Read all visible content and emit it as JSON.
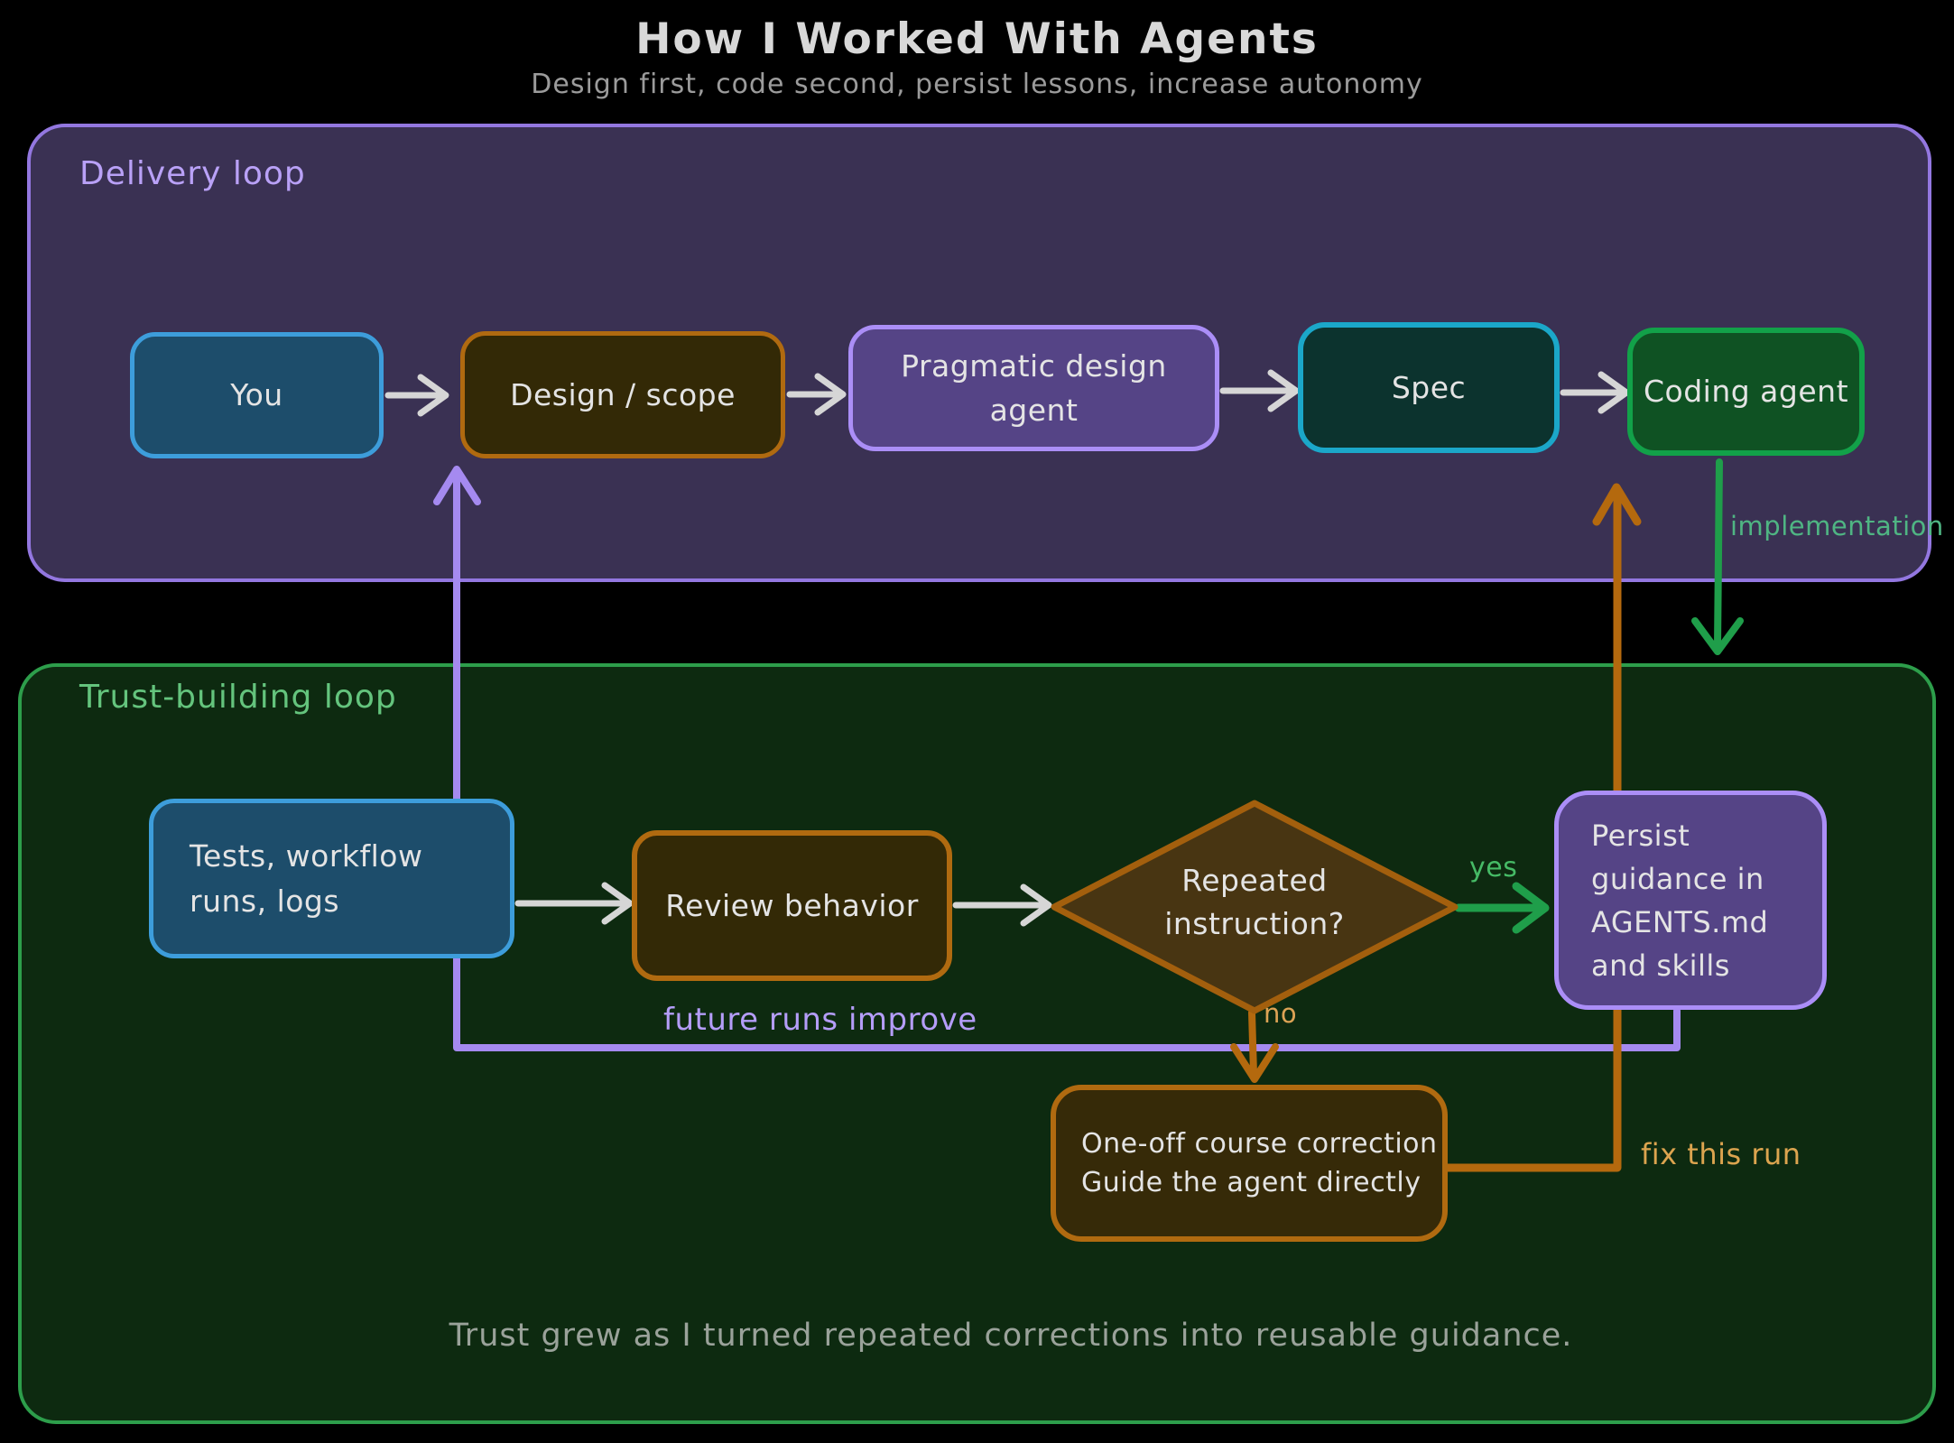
{
  "title": "How I Worked With Agents",
  "subtitle": "Design first, code second, persist lessons, increase autonomy",
  "delivery": {
    "label": "Delivery loop",
    "nodes": {
      "you": "You",
      "design_scope": "Design / scope",
      "pragmatic": "Pragmatic design agent",
      "spec": "Spec",
      "coding": "Coding agent"
    }
  },
  "trust": {
    "label": "Trust-building loop",
    "nodes": {
      "tests": "Tests, workflow runs, logs",
      "review": "Review behavior",
      "decision": "Repeated instruction?",
      "persist": "Persist guidance in AGENTS.md and skills",
      "one_off_line1": "One-off course correction",
      "one_off_line2": "Guide the agent directly"
    },
    "caption": "Trust grew as I turned repeated corrections into reusable guidance."
  },
  "edges": {
    "implementation": "implementation",
    "yes": "yes",
    "no": "no",
    "future_runs_improve": "future runs improve",
    "fix_this_run": "fix this run"
  },
  "colors": {
    "background": "#000000",
    "delivery_fill": "#3a3153",
    "delivery_border": "#9377e0",
    "delivery_label": "#b9a1f7",
    "trust_fill": "#0d2a10",
    "trust_border": "#2d9e4b",
    "trust_label": "#64c47d",
    "blue_node_fill": "#1d4d6b",
    "blue_node_border": "#3d9ddb",
    "brown_node_fill": "#332906",
    "brown_node_border": "#b06a10",
    "purple_node_fill": "#554486",
    "purple_node_border": "#ab8ef7",
    "teal_node_fill": "#0c332e",
    "teal_node_border": "#1ba7c9",
    "green_node_fill": "#0f5223",
    "green_node_border": "#12a149",
    "diamond_fill": "#483512",
    "diamond_border": "#a35f0d",
    "arrow_gray": "#d6d6d6",
    "arrow_green": "#1f9e4a",
    "arrow_orange": "#b4690e",
    "arrow_purple": "#a58af0",
    "label_green": "#4fb583",
    "label_orange": "#dca44f",
    "label_purple": "#b49df8",
    "node_text": "#e4e4e4",
    "title_text": "#d8d8d8",
    "subtitle_text": "#9b9b9b",
    "caption_text": "#9aa29a"
  }
}
